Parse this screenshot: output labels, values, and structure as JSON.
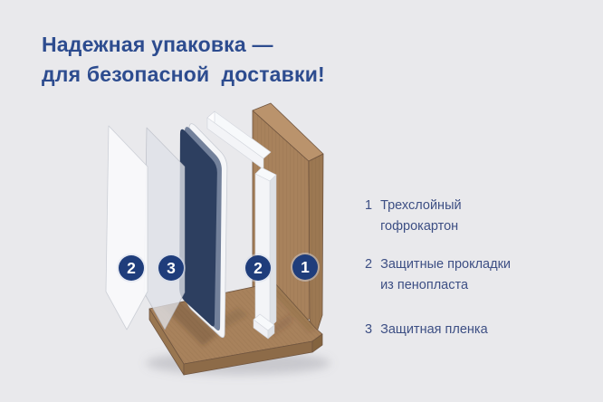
{
  "title": "Надежная упаковка —\nдля безопасной  доставки!",
  "legend": {
    "items": [
      {
        "num": "1",
        "text": "Трехслойный\nгофрокартон"
      },
      {
        "num": "2",
        "text": "Защитные прокладки\nиз пенопласта"
      },
      {
        "num": "3",
        "text": "Защитная пленка"
      }
    ]
  },
  "diagram": {
    "badges": [
      {
        "num": "2"
      },
      {
        "num": "3"
      },
      {
        "num": "2"
      },
      {
        "num": "1"
      }
    ],
    "colors": {
      "background": "#e9e9ec",
      "title_blue": "#2d4c8f",
      "legend_blue": "#3d4f84",
      "badge_blue": "#1f3d7b",
      "cardboard": "#a8825c",
      "cardboard_light": "#ba936c",
      "cardboard_dark": "#8d6b48",
      "device_navy": "#2d3f60",
      "foam_white": "#f3f4f7",
      "film_white": "#fafafc",
      "film_gray": "#dfe2e7"
    }
  }
}
